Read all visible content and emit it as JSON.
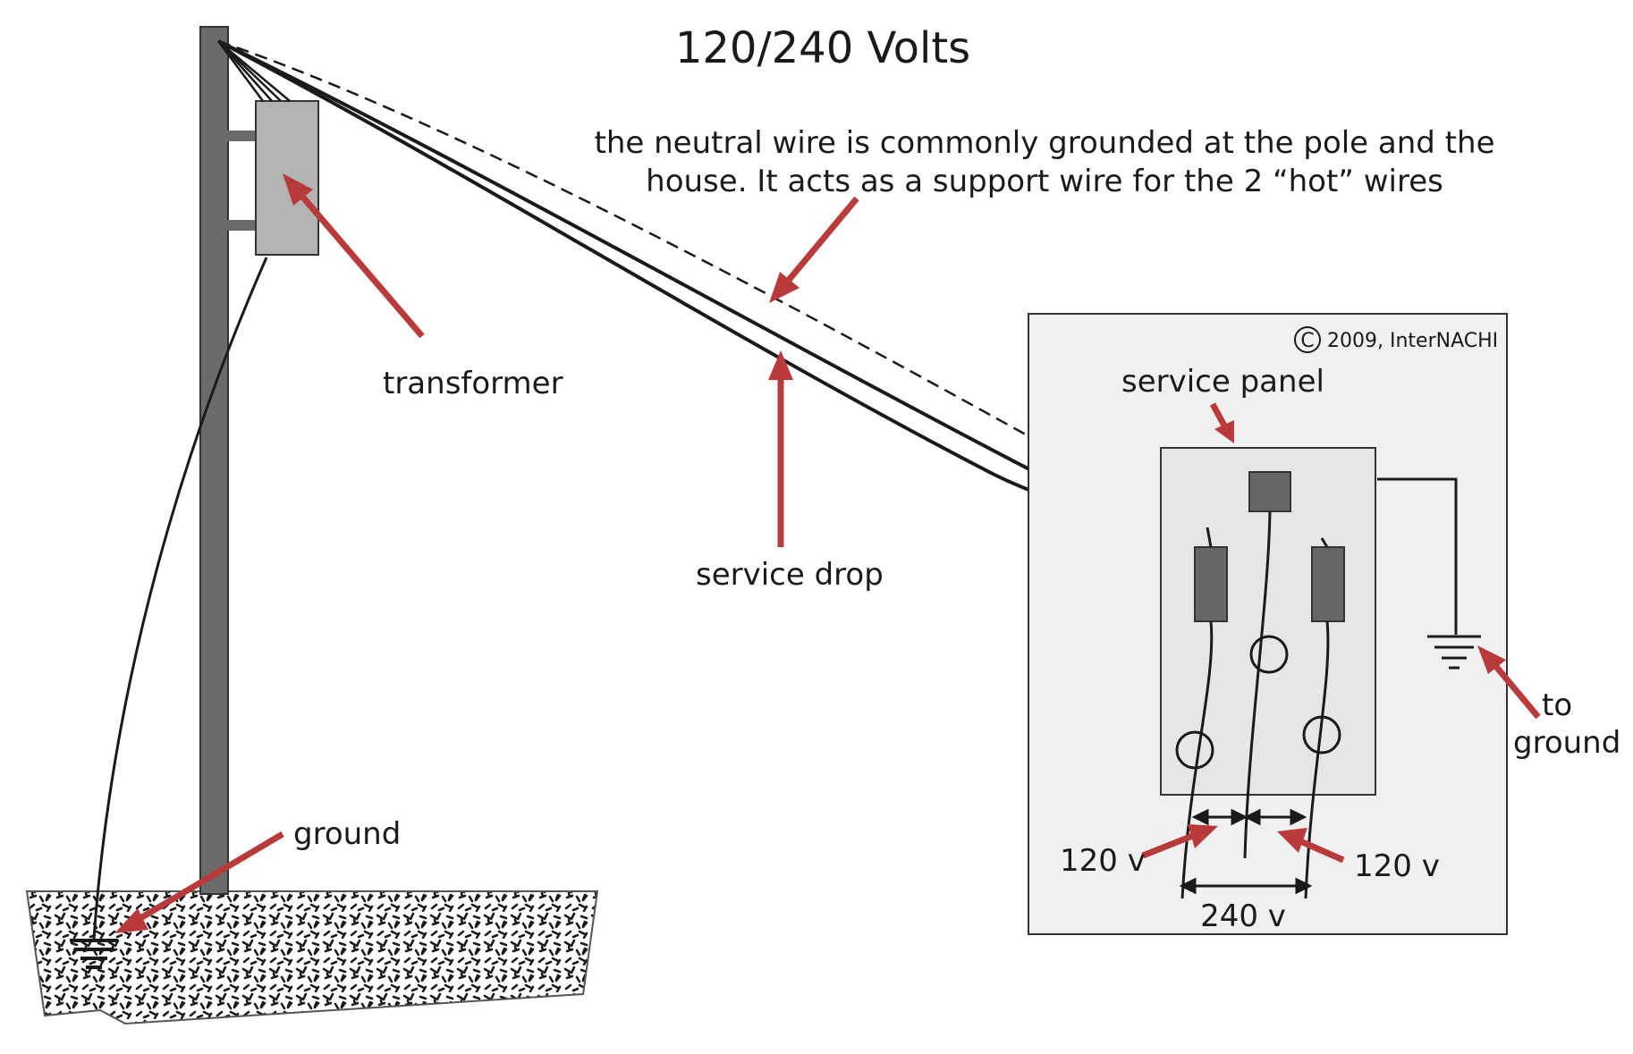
{
  "title": "120/240 Volts",
  "annotation": {
    "line1": "the neutral wire is commonly grounded at the pole and the",
    "line2": "house. It acts as a support wire for the 2 “hot” wires"
  },
  "labels": {
    "transformer": "transformer",
    "service_drop": "service drop",
    "ground": "ground",
    "service_panel": "service panel",
    "to_ground_1": "to",
    "to_ground_2": "ground",
    "v120_left": "120 v",
    "v120_right": "120 v",
    "v240": "240 v"
  },
  "copyright": {
    "symbol": "C",
    "text": "2009, InterNACHI"
  },
  "icons": [
    "ground-symbol-icon",
    "arrow-icon",
    "copyright-icon"
  ],
  "colors": {
    "arrow": "#b83a3a",
    "pole": "#6b6b6b",
    "transformer": "#b3b3b3",
    "house_bg": "#f0f0f0",
    "panel_bg": "#e6e6e6",
    "breaker": "#666666",
    "wire": "#1a1a1a"
  }
}
